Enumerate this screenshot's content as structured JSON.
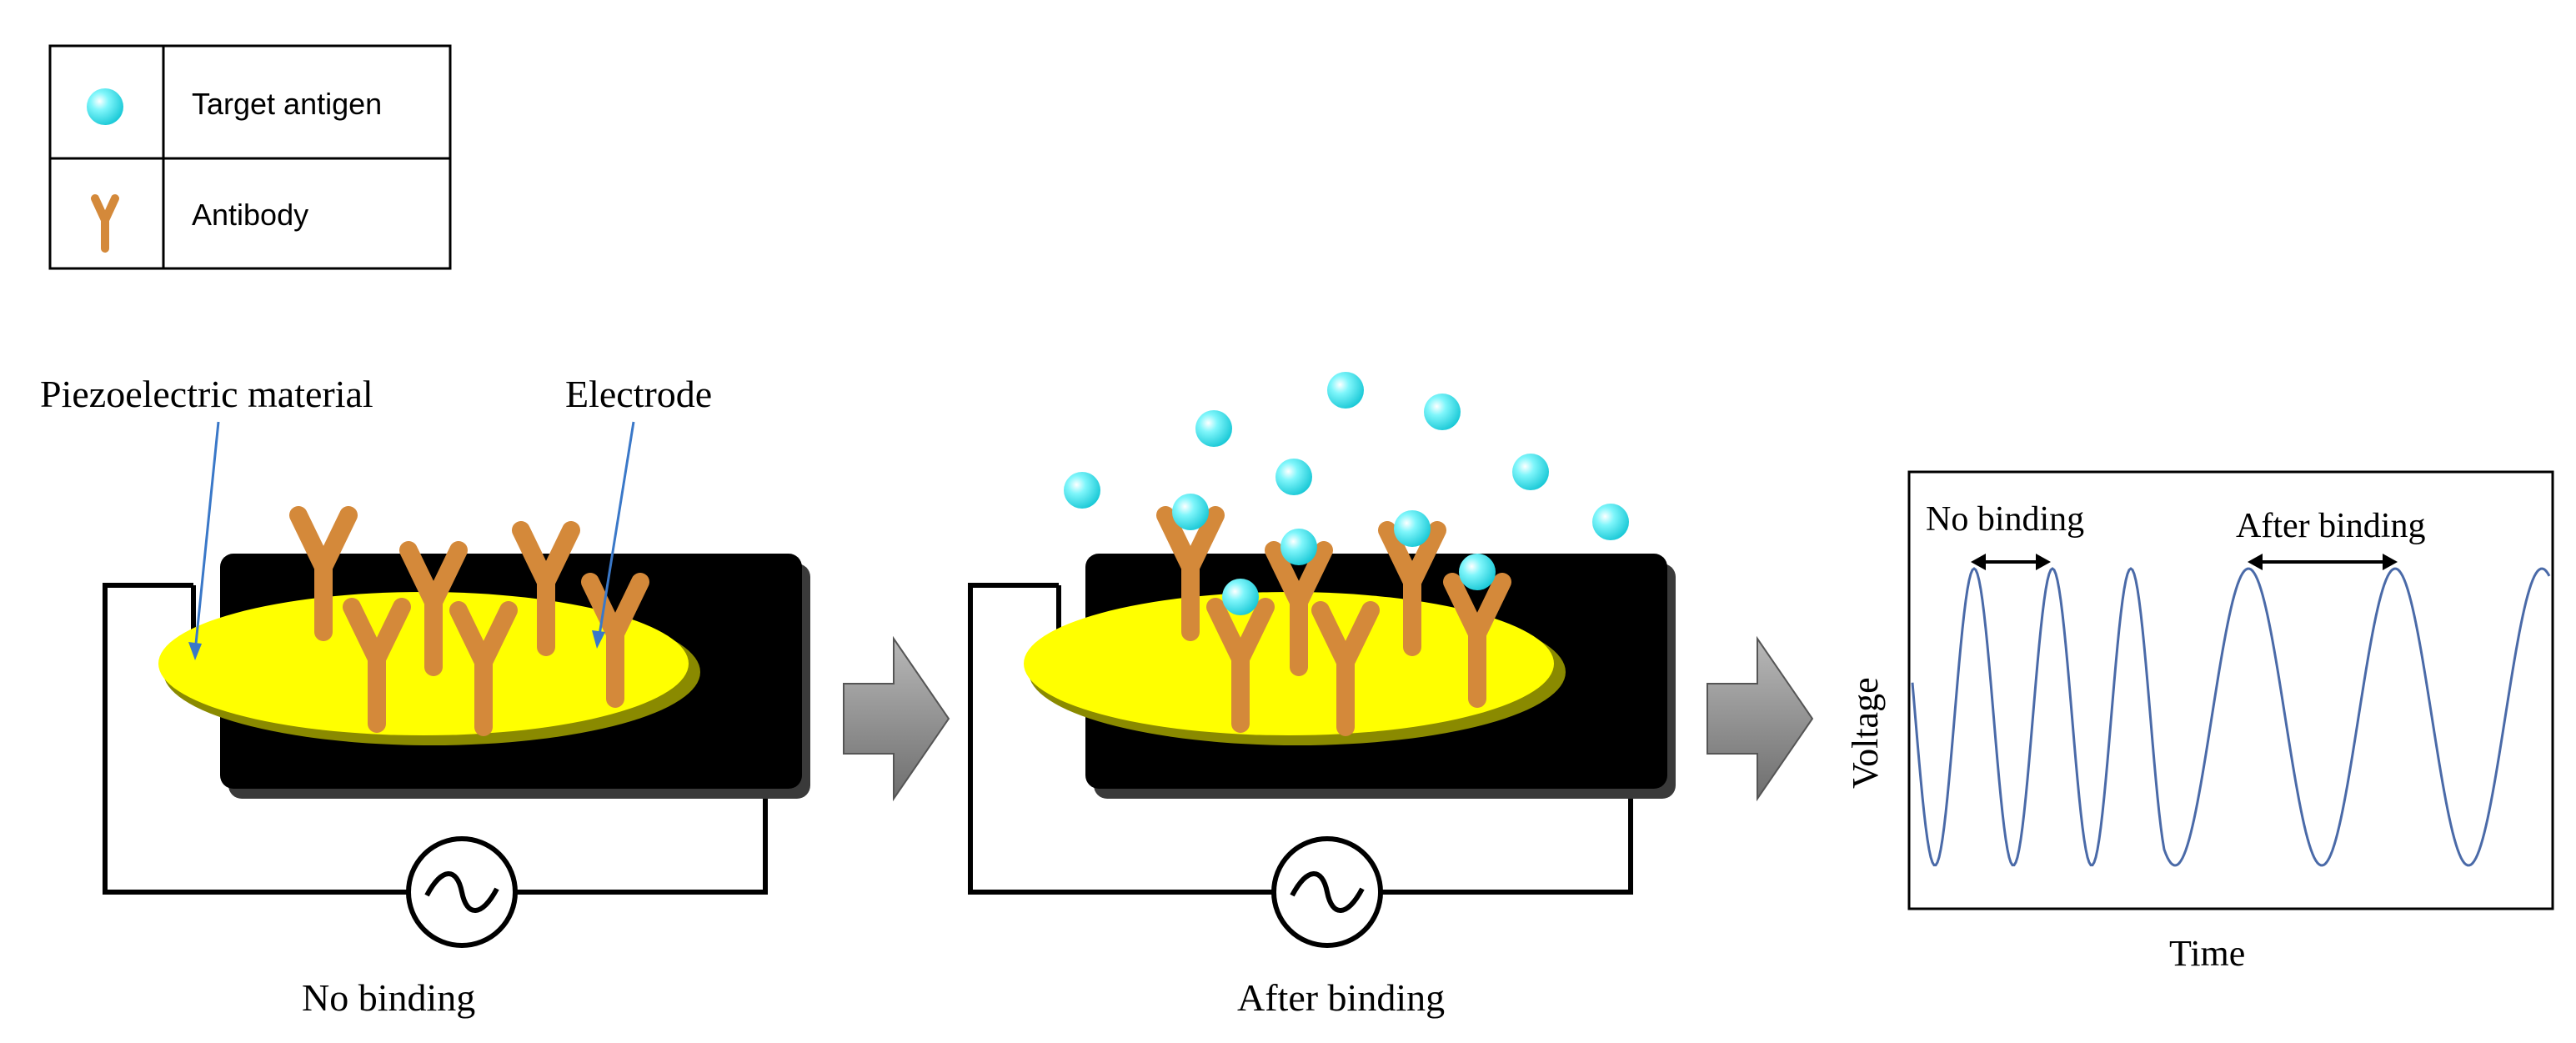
{
  "legend": {
    "items": [
      {
        "label": "Target antigen",
        "icon": "antigen-sphere-icon"
      },
      {
        "label": "Antibody",
        "icon": "antibody-y-icon"
      }
    ]
  },
  "labels": {
    "piezo": "Piezoelectric material",
    "electrode": "Electrode",
    "no_binding_caption": "No binding",
    "after_binding_caption": "After binding"
  },
  "plot": {
    "ylabel": "Voltage",
    "xlabel": "Time",
    "no_binding_annotation": "No binding",
    "after_binding_annotation": "After binding"
  },
  "colors": {
    "substrate": "#000000",
    "electrode": "#ffff00",
    "antibody": "#d4893a",
    "antigen": "#33e6f2",
    "arrow": "#8c8c8c",
    "signal": "#4a6aa8",
    "wire": "#000000"
  }
}
